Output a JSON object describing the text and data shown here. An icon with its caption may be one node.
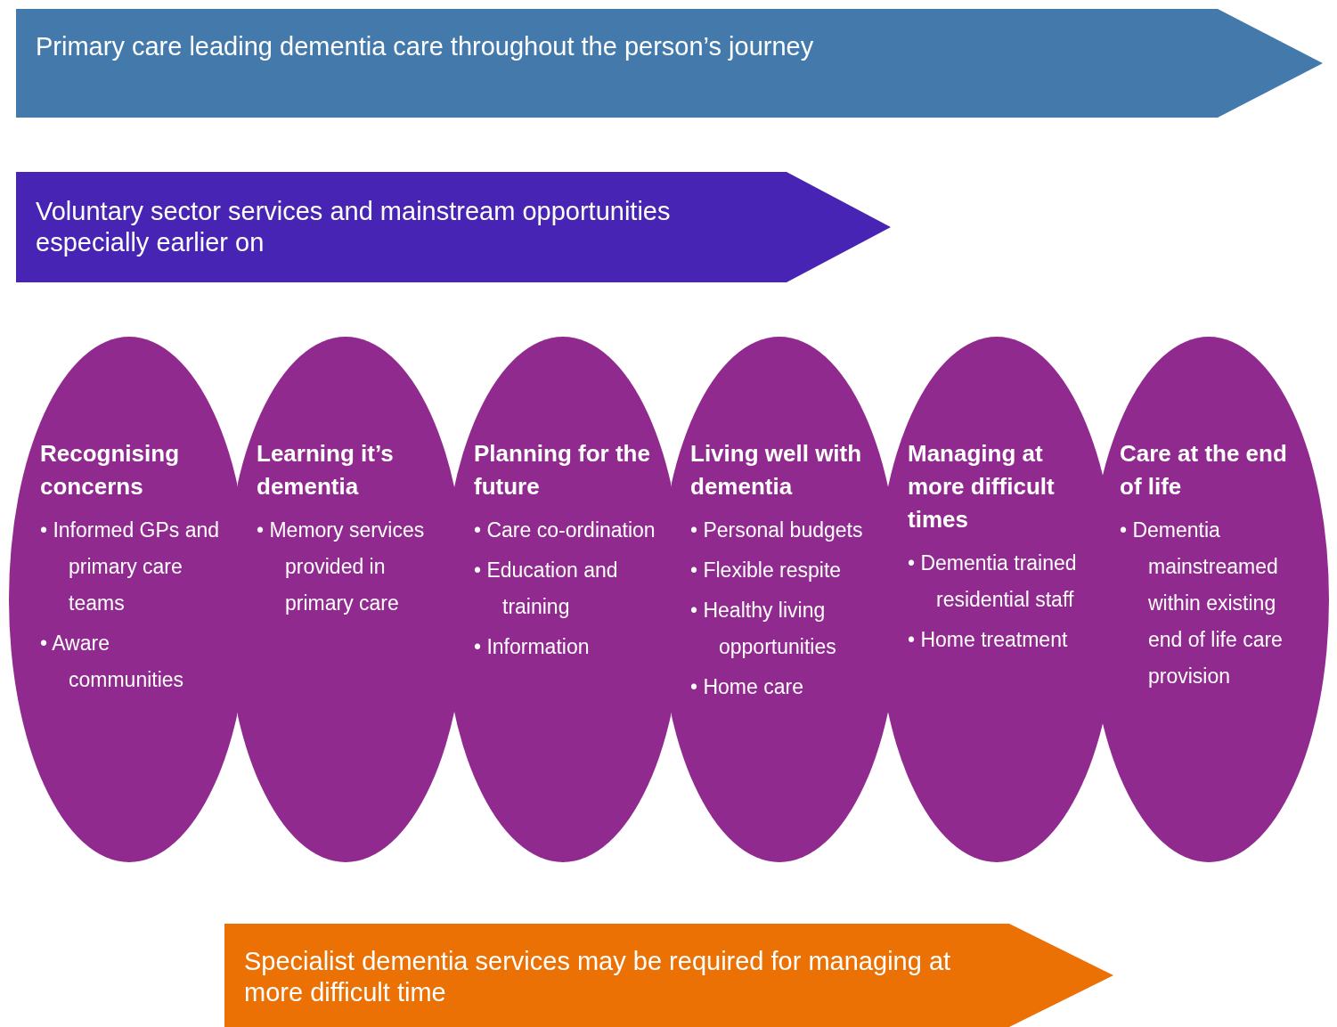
{
  "diagram": {
    "nodes": [
      {
        "text": [
          "Primary care leading dementia care throughout the person’s journey"
        ]
      },
      {
        "text": [
          "Voluntary sector services and mainstream opportunities especially earlier on"
        ]
      },
      {
        "text": [
          "Recognising concerns",
          "• Informed GPs and primary care teams",
          "• Aware communities"
        ]
      },
      {
        "text": [
          "Learning it’s dementia",
          "• Memory services provided in primary care"
        ]
      },
      {
        "text": [
          "Planning for the future",
          "• Care co-ordination",
          "• Education and training",
          "• Information"
        ]
      },
      {
        "text": [
          "Living well with dementia",
          "• Personal budgets",
          "• Flexible respite",
          "• Healthy living opportunities",
          "• Home care"
        ]
      },
      {
        "text": [
          "Managing at more difficult times",
          "• Dementia trained residential staff",
          "• Home treatment"
        ]
      },
      {
        "text": [
          "Care at the end of life",
          "• Dementia mainstreamed within existing end of life care provision"
        ]
      },
      {
        "text": [
          "Specialist dementia services may be required for managing at more difficult time"
        ]
      }
    ],
    "edges": []
  }
}
